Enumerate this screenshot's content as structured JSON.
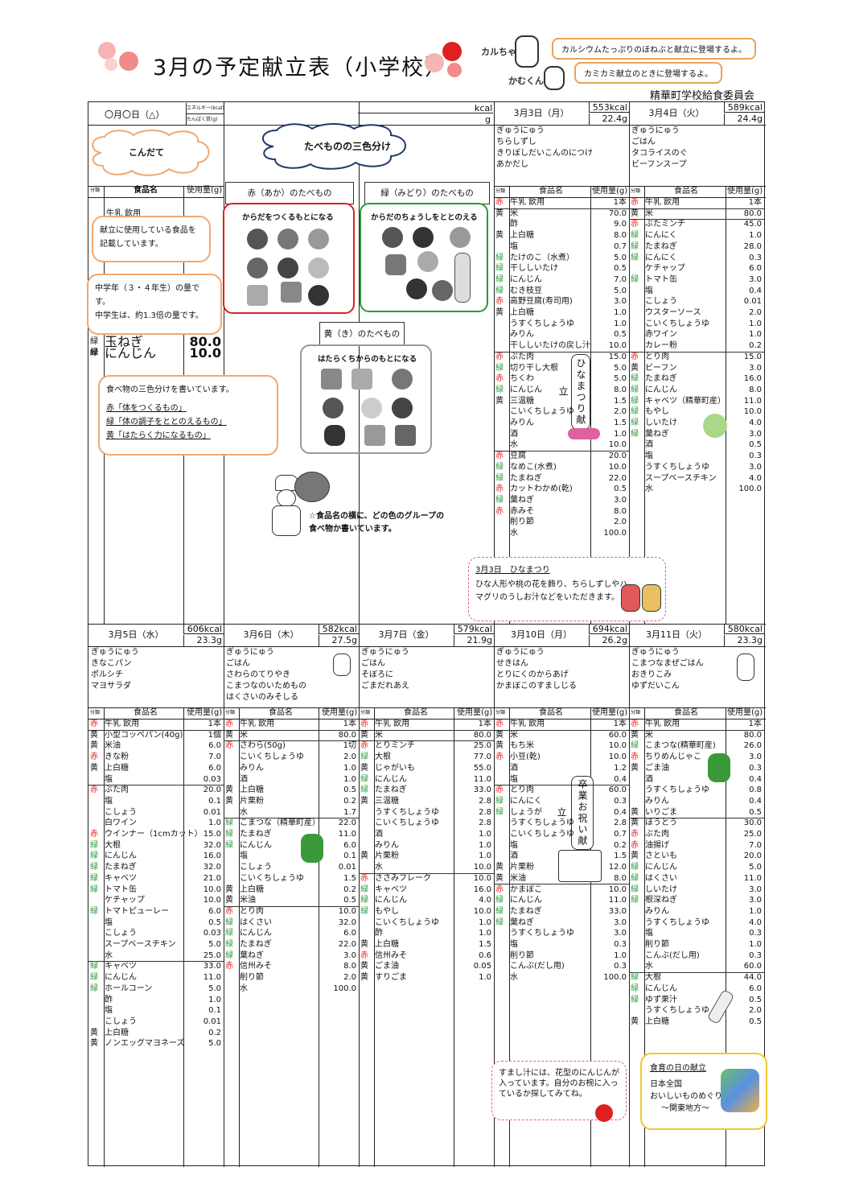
{
  "header": {
    "title": "3月の予定献立表（小学校）",
    "committee": "精華町学校給食委員会",
    "mascot1_name": "カルちゃん",
    "mascot1_text": "カルシウムたっぷりのほねぶと献立に登場するよ。",
    "mascot2_name": "かむくん",
    "mascot2_text": "カミカミ献立のときに登場するよ。"
  },
  "legend": {
    "sample_date": "〇月〇日（△）",
    "energy_label": "エネルギー(kcal)",
    "protein_label": "たんぱく質(g)",
    "kcal_unit": "kcal",
    "g_unit": "g",
    "kondate": "こんだて",
    "sanshoku": "たべものの三色分け",
    "col_group": "分類",
    "col_food": "食品名",
    "col_amount": "使用量(g)",
    "sample_item1": "牛乳 飲用",
    "bubble1": "献立に使用している食品を記載しています。",
    "bubble2_l1": "中学年（３・４年生）の量です。",
    "bubble2_l2": "中学生は、約1.3倍の量です。",
    "sample_rows": [
      {
        "g": "緑",
        "n": "玉ねぎ",
        "q": "80.0"
      },
      {
        "g": "緑",
        "n": "にんじん",
        "q": "10.0"
      }
    ],
    "bubble3_title": "食べ物の三色分けを書いています。",
    "bubble3_red": "赤「体をつくるもの」",
    "bubble3_green": "緑「体の調子をととのえるもの」",
    "bubble3_yellow": "黄「はたらく力になるもの」",
    "red_title": "赤（あか）のたべもの",
    "red_sub": "からだをつくるもとになる",
    "green_title": "緑（みどり）のたべもの",
    "green_sub": "からだのちょうしをととのえる",
    "yellow_title": "黄（き）のたべもの",
    "yellow_sub": "はたらくちからのもとになる",
    "note": "☆食品名の横に、どの色のグループの食べ物か書いています。",
    "hina_title": "3月3日　ひなまつり",
    "hina_text": "ひな人形や桃の花を飾り、ちらしずしやハマグリのうしお汁などをいただきます。",
    "sumashi": "すまし汁には、花型のにんじんが入っています。自分のお椀に入っているか探してみてね。",
    "shokuiku_title": "食育の日の献立",
    "shokuiku_l1": "日本全国",
    "shokuiku_l2": "おいしいものめぐり",
    "shokuiku_l3": "～関東地方～",
    "hina_vert": "ひなまつり献立",
    "sotsugyo_vert": "卒業お祝い献立"
  },
  "colors": {
    "red": "#e02020",
    "green": "#2a9a3a",
    "yellow": "#999999",
    "orange": "#f0a870"
  },
  "days": [
    {
      "date": "3月3日（月）",
      "kcal": "553kcal",
      "prot": "22.4g",
      "menu": [
        "ぎゅうにゅう",
        "ちらしずし",
        "きりぼしだいこんのにつけ",
        "あかだし"
      ],
      "rows": [
        {
          "g": "赤",
          "n": "牛乳 飲用",
          "q": "1本",
          "u": 1
        },
        {
          "g": "黄",
          "n": "米",
          "q": "70.0"
        },
        {
          "g": "",
          "n": "酢",
          "q": "9.0"
        },
        {
          "g": "黄",
          "n": "上白糖",
          "q": "8.0"
        },
        {
          "g": "",
          "n": "塩",
          "q": "0.7"
        },
        {
          "g": "緑",
          "n": "たけのこ（水煮）",
          "q": "5.0"
        },
        {
          "g": "緑",
          "n": "干ししいたけ",
          "q": "0.5"
        },
        {
          "g": "緑",
          "n": "にんじん",
          "q": "7.0"
        },
        {
          "g": "緑",
          "n": "むき枝豆",
          "q": "5.0"
        },
        {
          "g": "赤",
          "n": "高野豆腐(寿司用)",
          "q": "3.0"
        },
        {
          "g": "黄",
          "n": "上白糖",
          "q": "1.0"
        },
        {
          "g": "",
          "n": "うすくちしょうゆ",
          "q": "1.0"
        },
        {
          "g": "",
          "n": "みりん",
          "q": "0.5"
        },
        {
          "g": "",
          "n": "干ししいたけの戻し汁",
          "q": "10.0",
          "u": 1
        },
        {
          "g": "赤",
          "n": "ぶた肉",
          "q": "15.0"
        },
        {
          "g": "緑",
          "n": "切り干し大根",
          "q": "5.0"
        },
        {
          "g": "赤",
          "n": "ちくわ",
          "q": "5.0"
        },
        {
          "g": "緑",
          "n": "にんじん",
          "q": "8.0"
        },
        {
          "g": "黄",
          "n": "三温糖",
          "q": "1.5"
        },
        {
          "g": "",
          "n": "こいくちしょうゆ",
          "q": "2.0"
        },
        {
          "g": "",
          "n": "みりん",
          "q": "1.5"
        },
        {
          "g": "",
          "n": "酒",
          "q": "1.0"
        },
        {
          "g": "",
          "n": "水",
          "q": "10.0",
          "u": 1
        },
        {
          "g": "赤",
          "n": "豆腐",
          "q": "20.0"
        },
        {
          "g": "緑",
          "n": "なめこ(水煮)",
          "q": "10.0"
        },
        {
          "g": "緑",
          "n": "たまねぎ",
          "q": "22.0"
        },
        {
          "g": "赤",
          "n": "カットわかめ(乾)",
          "q": "0.5"
        },
        {
          "g": "緑",
          "n": "葉ねぎ",
          "q": "3.0"
        },
        {
          "g": "赤",
          "n": "赤みそ",
          "q": "8.0"
        },
        {
          "g": "",
          "n": "削り節",
          "q": "2.0"
        },
        {
          "g": "",
          "n": "水",
          "q": "100.0"
        }
      ]
    },
    {
      "date": "3月4日（火）",
      "kcal": "589kcal",
      "prot": "24.4g",
      "menu": [
        "ぎゅうにゅう",
        "ごはん",
        "タコライスのぐ",
        "ビーフンスープ"
      ],
      "rows": [
        {
          "g": "赤",
          "n": "牛乳 飲用",
          "q": "1本",
          "u": 1
        },
        {
          "g": "黄",
          "n": "米",
          "q": "80.0",
          "u": 1
        },
        {
          "g": "赤",
          "n": "ぶたミンチ",
          "q": "45.0"
        },
        {
          "g": "緑",
          "n": "にんにく",
          "q": "1.0"
        },
        {
          "g": "緑",
          "n": "たまねぎ",
          "q": "28.0"
        },
        {
          "g": "緑",
          "n": "にんにく",
          "q": "0.3"
        },
        {
          "g": "",
          "n": "ケチャップ",
          "q": "6.0"
        },
        {
          "g": "緑",
          "n": "トマト缶",
          "q": "3.0"
        },
        {
          "g": "",
          "n": "塩",
          "q": "0.4"
        },
        {
          "g": "",
          "n": "こしょう",
          "q": "0.01"
        },
        {
          "g": "",
          "n": "ウスターソース",
          "q": "2.0"
        },
        {
          "g": "",
          "n": "こいくちしょうゆ",
          "q": "1.0"
        },
        {
          "g": "",
          "n": "赤ワイン",
          "q": "1.0"
        },
        {
          "g": "",
          "n": "カレー粉",
          "q": "0.2",
          "u": 1
        },
        {
          "g": "赤",
          "n": "とり肉",
          "q": "15.0"
        },
        {
          "g": "黄",
          "n": "ビーフン",
          "q": "3.0"
        },
        {
          "g": "緑",
          "n": "たまねぎ",
          "q": "16.0"
        },
        {
          "g": "緑",
          "n": "にんじん",
          "q": "8.0"
        },
        {
          "g": "緑",
          "n": "キャベツ（精華町産）",
          "q": "11.0"
        },
        {
          "g": "緑",
          "n": "もやし",
          "q": "10.0"
        },
        {
          "g": "緑",
          "n": "しいたけ",
          "q": "4.0"
        },
        {
          "g": "緑",
          "n": "葉ねぎ",
          "q": "3.0"
        },
        {
          "g": "",
          "n": "酒",
          "q": "0.5"
        },
        {
          "g": "",
          "n": "塩",
          "q": "0.3"
        },
        {
          "g": "",
          "n": "うすくちしょうゆ",
          "q": "3.0"
        },
        {
          "g": "",
          "n": "スープベースチキン",
          "q": "4.0"
        },
        {
          "g": "",
          "n": "水",
          "q": "100.0"
        }
      ]
    },
    {
      "date": "3月5日（水）",
      "kcal": "606kcal",
      "prot": "23.3g",
      "menu": [
        "ぎゅうにゅう",
        "きなこパン",
        "ポルシチ",
        "マヨサラダ"
      ],
      "rows": [
        {
          "g": "赤",
          "n": "牛乳 飲用",
          "q": "1本",
          "u": 1
        },
        {
          "g": "黄",
          "n": "小型コッペパン(40g)",
          "q": "1個"
        },
        {
          "g": "黄",
          "n": "米油",
          "q": "6.0"
        },
        {
          "g": "赤",
          "n": "きな粉",
          "q": "7.0"
        },
        {
          "g": "黄",
          "n": "上白糖",
          "q": "6.0"
        },
        {
          "g": "",
          "n": "塩",
          "q": "0.03",
          "u": 1
        },
        {
          "g": "赤",
          "n": "ぶた肉",
          "q": "20.0"
        },
        {
          "g": "",
          "n": "塩",
          "q": "0.1"
        },
        {
          "g": "",
          "n": "こしょう",
          "q": "0.01"
        },
        {
          "g": "",
          "n": "白ワイン",
          "q": "1.0"
        },
        {
          "g": "赤",
          "n": "ウインナー（1cmカット）",
          "q": "15.0"
        },
        {
          "g": "緑",
          "n": "大根",
          "q": "32.0"
        },
        {
          "g": "緑",
          "n": "にんじん",
          "q": "16.0"
        },
        {
          "g": "緑",
          "n": "たまねぎ",
          "q": "32.0"
        },
        {
          "g": "緑",
          "n": "キャベツ",
          "q": "21.0"
        },
        {
          "g": "緑",
          "n": "トマト缶",
          "q": "10.0"
        },
        {
          "g": "",
          "n": "ケチャップ",
          "q": "10.0"
        },
        {
          "g": "緑",
          "n": "トマトピューレー",
          "q": "6.0"
        },
        {
          "g": "",
          "n": "塩",
          "q": "0.5"
        },
        {
          "g": "",
          "n": "こしょう",
          "q": "0.03"
        },
        {
          "g": "",
          "n": "スープベースチキン",
          "q": "5.0"
        },
        {
          "g": "",
          "n": "水",
          "q": "25.0",
          "u": 1
        },
        {
          "g": "緑",
          "n": "キャベツ",
          "q": "33.0"
        },
        {
          "g": "緑",
          "n": "にんじん",
          "q": "11.0"
        },
        {
          "g": "緑",
          "n": "ホールコーン",
          "q": "5.0"
        },
        {
          "g": "",
          "n": "酢",
          "q": "1.0"
        },
        {
          "g": "",
          "n": "塩",
          "q": "0.1"
        },
        {
          "g": "",
          "n": "こしょう",
          "q": "0.01"
        },
        {
          "g": "黄",
          "n": "上白糖",
          "q": "0.2"
        },
        {
          "g": "黄",
          "n": "ノンエッグマヨネーズ",
          "q": "5.0"
        }
      ]
    },
    {
      "date": "3月6日（木）",
      "kcal": "582kcal",
      "prot": "27.5g",
      "menu": [
        "ぎゅうにゅう",
        "ごはん",
        "さわらのてりやき",
        "こまつなのいためもの",
        "はくさいのみそしる"
      ],
      "rows": [
        {
          "g": "赤",
          "n": "牛乳 飲用",
          "q": "1本",
          "u": 1
        },
        {
          "g": "黄",
          "n": "米",
          "q": "80.0",
          "u": 1
        },
        {
          "g": "赤",
          "n": "さわら(50g)",
          "q": "1切"
        },
        {
          "g": "",
          "n": "こいくちしょうゆ",
          "q": "2.0"
        },
        {
          "g": "",
          "n": "みりん",
          "q": "1.0"
        },
        {
          "g": "",
          "n": "酒",
          "q": "1.0"
        },
        {
          "g": "黄",
          "n": "上白糖",
          "q": "0.5"
        },
        {
          "g": "黄",
          "n": "片栗粉",
          "q": "0.2"
        },
        {
          "g": "",
          "n": "水",
          "q": "1.7",
          "u": 1
        },
        {
          "g": "緑",
          "n": "こまつな（精華町産）",
          "q": "22.0"
        },
        {
          "g": "緑",
          "n": "たまねぎ",
          "q": "11.0"
        },
        {
          "g": "緑",
          "n": "にんじん",
          "q": "6.0"
        },
        {
          "g": "",
          "n": "塩",
          "q": "0.1"
        },
        {
          "g": "",
          "n": "こしょう",
          "q": "0.01"
        },
        {
          "g": "",
          "n": "こいくちしょうゆ",
          "q": "1.5"
        },
        {
          "g": "黄",
          "n": "上白糖",
          "q": "0.2"
        },
        {
          "g": "黄",
          "n": "米油",
          "q": "0.5",
          "u": 1
        },
        {
          "g": "赤",
          "n": "とり肉",
          "q": "10.0"
        },
        {
          "g": "緑",
          "n": "はくさい",
          "q": "32.0"
        },
        {
          "g": "緑",
          "n": "にんじん",
          "q": "6.0"
        },
        {
          "g": "緑",
          "n": "たまねぎ",
          "q": "22.0"
        },
        {
          "g": "緑",
          "n": "葉ねぎ",
          "q": "3.0"
        },
        {
          "g": "赤",
          "n": "信州みそ",
          "q": "8.0"
        },
        {
          "g": "",
          "n": "削り節",
          "q": "2.0"
        },
        {
          "g": "",
          "n": "水",
          "q": "100.0"
        }
      ]
    },
    {
      "date": "3月7日（金）",
      "kcal": "579kcal",
      "prot": "21.9g",
      "menu": [
        "ぎゅうにゅう",
        "ごはん",
        "そぼろに",
        "ごまだれあえ"
      ],
      "rows": [
        {
          "g": "赤",
          "n": "牛乳 飲用",
          "q": "1本",
          "u": 1
        },
        {
          "g": "黄",
          "n": "米",
          "q": "80.0",
          "u": 1
        },
        {
          "g": "赤",
          "n": "とりミンチ",
          "q": "25.0"
        },
        {
          "g": "緑",
          "n": "大根",
          "q": "77.0"
        },
        {
          "g": "黄",
          "n": "じゃがいも",
          "q": "55.0"
        },
        {
          "g": "緑",
          "n": "にんじん",
          "q": "11.0"
        },
        {
          "g": "緑",
          "n": "たまねぎ",
          "q": "33.0"
        },
        {
          "g": "黄",
          "n": "三温糖",
          "q": "2.8"
        },
        {
          "g": "",
          "n": "うすくちしょうゆ",
          "q": "2.8"
        },
        {
          "g": "",
          "n": "こいくちしょうゆ",
          "q": "2.8"
        },
        {
          "g": "",
          "n": "酒",
          "q": "1.0"
        },
        {
          "g": "",
          "n": "みりん",
          "q": "1.0"
        },
        {
          "g": "黄",
          "n": "片栗粉",
          "q": "1.0"
        },
        {
          "g": "",
          "n": "水",
          "q": "10.0",
          "u": 1
        },
        {
          "g": "赤",
          "n": "ささみフレーク",
          "q": "10.0"
        },
        {
          "g": "緑",
          "n": "キャベツ",
          "q": "16.0"
        },
        {
          "g": "緑",
          "n": "にんじん",
          "q": "4.0"
        },
        {
          "g": "緑",
          "n": "もやし",
          "q": "10.0"
        },
        {
          "g": "",
          "n": "こいくちしょうゆ",
          "q": "1.0"
        },
        {
          "g": "",
          "n": "酢",
          "q": "1.0"
        },
        {
          "g": "黄",
          "n": "上白糖",
          "q": "1.5"
        },
        {
          "g": "赤",
          "n": "信州みそ",
          "q": "0.6"
        },
        {
          "g": "黄",
          "n": "ごま油",
          "q": "0.05"
        },
        {
          "g": "黄",
          "n": "すりごま",
          "q": "1.0"
        }
      ]
    },
    {
      "date": "3月10日（月）",
      "kcal": "694kcal",
      "prot": "26.2g",
      "menu": [
        "ぎゅうにゅう",
        "せきはん",
        "とりにくのからあげ",
        "かまぼこのすましじる"
      ],
      "rows": [
        {
          "g": "赤",
          "n": "牛乳 飲用",
          "q": "1本",
          "u": 1
        },
        {
          "g": "黄",
          "n": "米",
          "q": "60.0"
        },
        {
          "g": "黄",
          "n": "もち米",
          "q": "10.0"
        },
        {
          "g": "赤",
          "n": "小豆(乾)",
          "q": "10.0"
        },
        {
          "g": "",
          "n": "酒",
          "q": "1.2"
        },
        {
          "g": "",
          "n": "塩",
          "q": "0.4",
          "u": 1
        },
        {
          "g": "赤",
          "n": "とり肉",
          "q": "60.0"
        },
        {
          "g": "緑",
          "n": "にんにく",
          "q": "0.3"
        },
        {
          "g": "緑",
          "n": "しょうが",
          "q": "0.4"
        },
        {
          "g": "",
          "n": "うすくちしょうゆ",
          "q": "2.8"
        },
        {
          "g": "",
          "n": "こいくちしょうゆ",
          "q": "0.7"
        },
        {
          "g": "",
          "n": "塩",
          "q": "0.2"
        },
        {
          "g": "",
          "n": "酒",
          "q": "1.5"
        },
        {
          "g": "黄",
          "n": "片栗粉",
          "q": "12.0"
        },
        {
          "g": "黄",
          "n": "米油",
          "q": "8.0",
          "u": 1
        },
        {
          "g": "赤",
          "n": "かまぼこ",
          "q": "10.0"
        },
        {
          "g": "緑",
          "n": "にんじん",
          "q": "11.0"
        },
        {
          "g": "緑",
          "n": "たまねぎ",
          "q": "33.0"
        },
        {
          "g": "緑",
          "n": "葉ねぎ",
          "q": "3.0"
        },
        {
          "g": "",
          "n": "うすくちしょうゆ",
          "q": "3.0"
        },
        {
          "g": "",
          "n": "塩",
          "q": "0.3"
        },
        {
          "g": "",
          "n": "削り節",
          "q": "1.0"
        },
        {
          "g": "",
          "n": "こんぶ(だし用)",
          "q": "0.3"
        },
        {
          "g": "",
          "n": "水",
          "q": "100.0"
        }
      ]
    },
    {
      "date": "3月11日（火）",
      "kcal": "580kcal",
      "prot": "23.3g",
      "menu": [
        "ぎゅうにゅう",
        "こまつなまぜごはん",
        "おきりこみ",
        "ゆずだいこん"
      ],
      "rows": [
        {
          "g": "赤",
          "n": "牛乳 飲用",
          "q": "1本",
          "u": 1
        },
        {
          "g": "黄",
          "n": "米",
          "q": "80.0"
        },
        {
          "g": "緑",
          "n": "こまつな(精華町産)",
          "q": "26.0"
        },
        {
          "g": "赤",
          "n": "ちりめんじゃこ",
          "q": "3.0"
        },
        {
          "g": "黄",
          "n": "ごま油",
          "q": "0.3"
        },
        {
          "g": "",
          "n": "酒",
          "q": "0.4"
        },
        {
          "g": "",
          "n": "うすくちしょうゆ",
          "q": "0.8"
        },
        {
          "g": "",
          "n": "みりん",
          "q": "0.4"
        },
        {
          "g": "黄",
          "n": "いりごま",
          "q": "0.5",
          "u": 1
        },
        {
          "g": "黄",
          "n": "ほうとう",
          "q": "30.0"
        },
        {
          "g": "赤",
          "n": "ぶた肉",
          "q": "25.0"
        },
        {
          "g": "赤",
          "n": "油揚げ",
          "q": "7.0"
        },
        {
          "g": "黄",
          "n": "さといも",
          "q": "20.0"
        },
        {
          "g": "緑",
          "n": "にんじん",
          "q": "5.0"
        },
        {
          "g": "緑",
          "n": "はくさい",
          "q": "11.0"
        },
        {
          "g": "緑",
          "n": "しいたけ",
          "q": "3.0"
        },
        {
          "g": "緑",
          "n": "根深ねぎ",
          "q": "3.0"
        },
        {
          "g": "",
          "n": "みりん",
          "q": "1.0"
        },
        {
          "g": "",
          "n": "うすくちしょうゆ",
          "q": "4.0"
        },
        {
          "g": "",
          "n": "塩",
          "q": "0.3"
        },
        {
          "g": "",
          "n": "削り節",
          "q": "1.0"
        },
        {
          "g": "",
          "n": "こんぶ(だし用)",
          "q": "0.3"
        },
        {
          "g": "",
          "n": "水",
          "q": "60.0",
          "u": 1
        },
        {
          "g": "緑",
          "n": "大根",
          "q": "44.0"
        },
        {
          "g": "緑",
          "n": "にんじん",
          "q": "6.0"
        },
        {
          "g": "緑",
          "n": "ゆず果汁",
          "q": "0.5"
        },
        {
          "g": "",
          "n": "うすくちしょうゆ",
          "q": "2.0"
        },
        {
          "g": "黄",
          "n": "上白糖",
          "q": "0.5"
        }
      ]
    }
  ]
}
